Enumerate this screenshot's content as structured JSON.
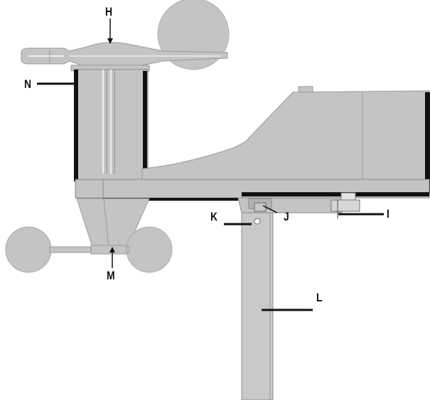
{
  "colors": {
    "body": "#c4c4c4",
    "body_shade": "#b3b3b3",
    "outline": "#8a8a8a",
    "dark": "#111111"
  },
  "labels": {
    "H": "H",
    "N": "N",
    "K": "K",
    "J": "J",
    "I": "I",
    "M": "M",
    "L": "L"
  }
}
